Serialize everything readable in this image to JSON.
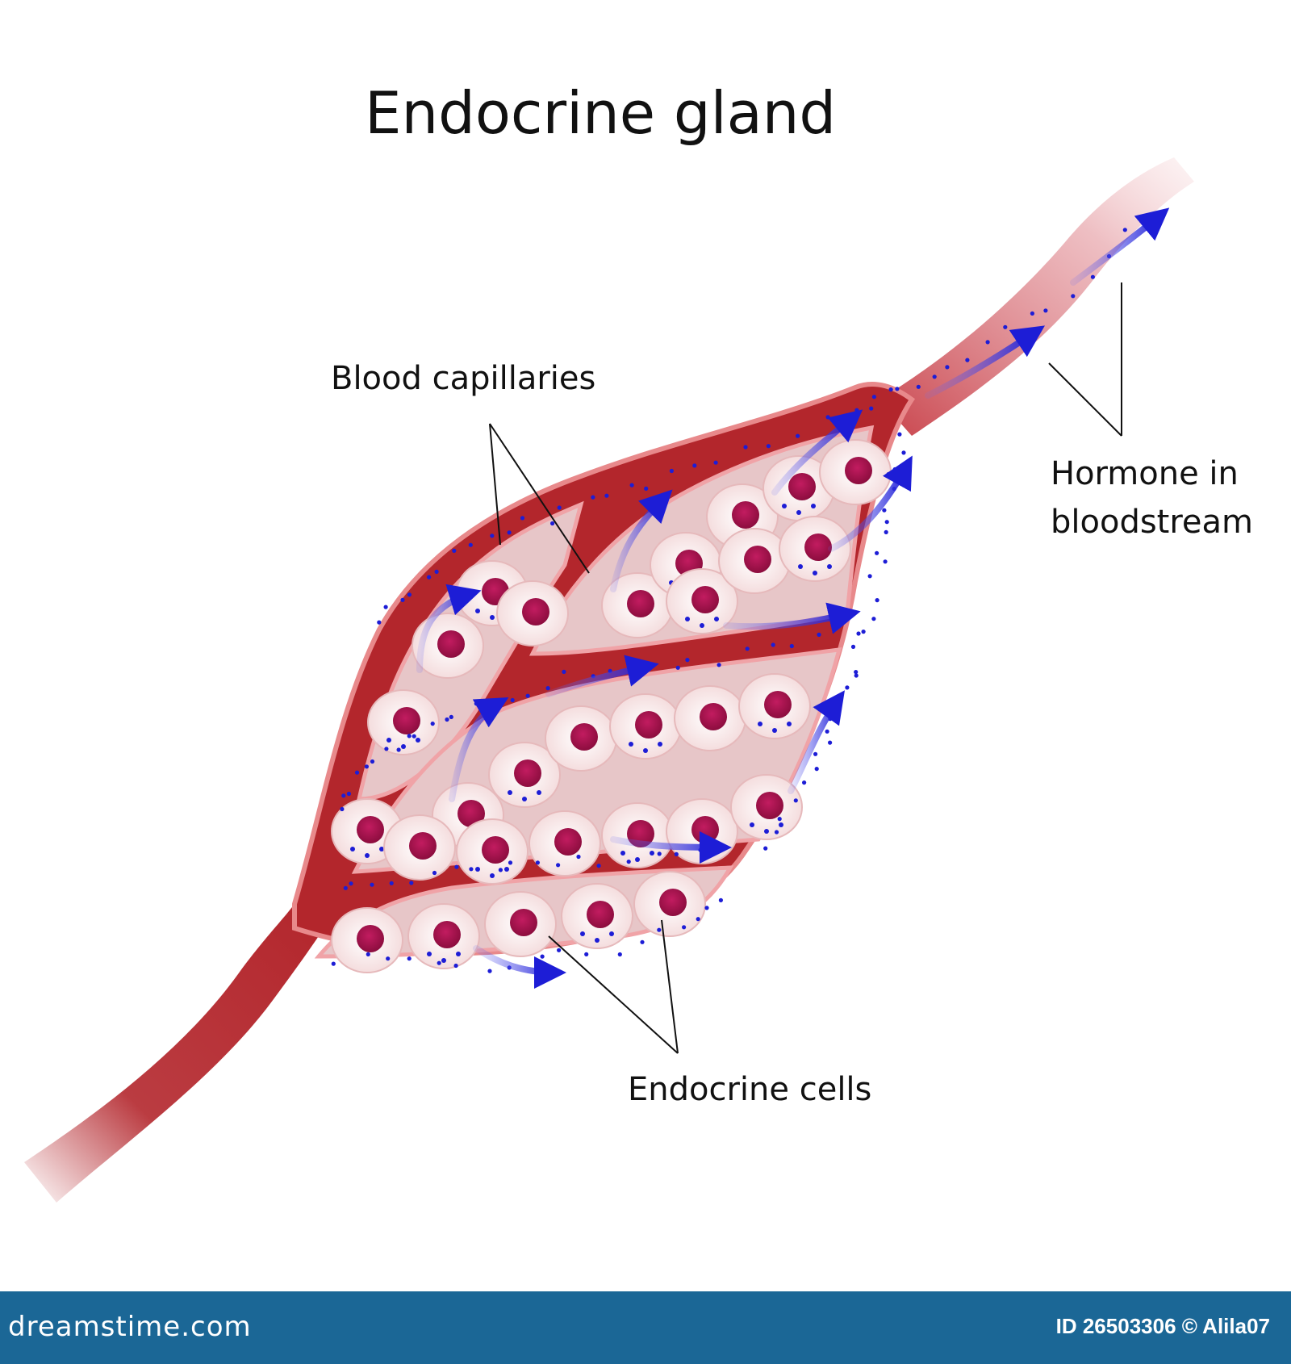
{
  "title": "Endocrine  gland",
  "labels": {
    "capillaries": "Blood capillaries",
    "hormone_line1": "Hormone in",
    "hormone_line2": "bloodstream",
    "cells": "Endocrine  cells"
  },
  "footer": {
    "brand": "dreamstime.com",
    "image_id": "ID 26503306 © Alila07"
  },
  "colors": {
    "vessel": "#b3262c",
    "vessel_edge": "#e8898b",
    "cell_fill": "#fbeaea",
    "nucleus": "#a0114a",
    "hormone": "#1d1dd6",
    "footer_bg": "#1b6796"
  }
}
